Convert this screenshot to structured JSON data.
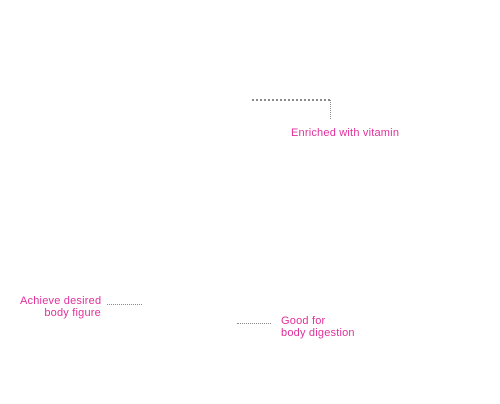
{
  "colors": {
    "accent": "#e0309b",
    "dots": "#8a8a8a",
    "background": "#ffffff"
  },
  "callouts": {
    "vitamin": {
      "lines": [
        "Enriched with vitamin"
      ]
    },
    "figure": {
      "lines": [
        "Achieve desired",
        "body figure"
      ]
    },
    "digestion": {
      "lines": [
        "Good for",
        "body digestion"
      ]
    }
  }
}
